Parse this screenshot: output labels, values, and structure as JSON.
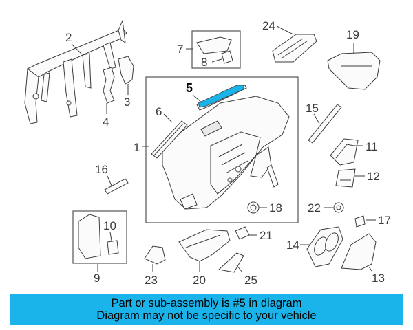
{
  "callouts": {
    "c1": "1",
    "c2": "2",
    "c3": "3",
    "c4": "4",
    "c5": "5",
    "c6": "6",
    "c7": "7",
    "c8": "8",
    "c9": "9",
    "c10": "10",
    "c11": "11",
    "c12": "12",
    "c13": "13",
    "c14": "14",
    "c15": "15",
    "c16": "16",
    "c17": "17",
    "c18": "18",
    "c19": "19",
    "c20": "20",
    "c21": "21",
    "c22": "22",
    "c23": "23",
    "c24": "24",
    "c25": "25"
  },
  "highlight_color": "#1ab3ea",
  "banner": {
    "line1": "Part or sub-assembly is #5 in diagram",
    "line2": "Diagram may not be specific to your vehicle"
  }
}
